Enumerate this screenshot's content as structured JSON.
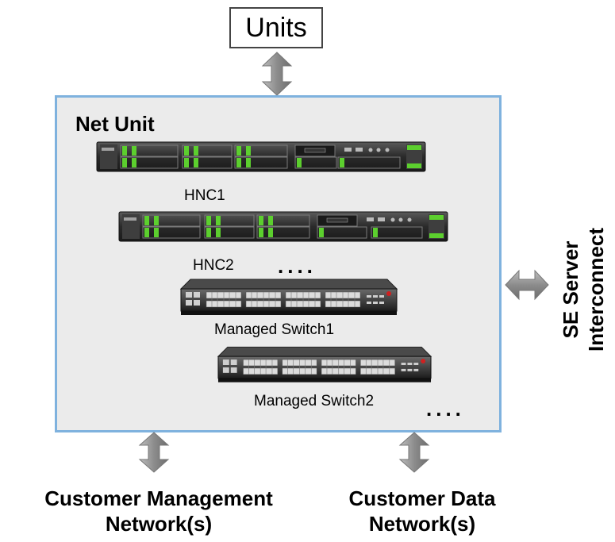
{
  "units": {
    "label": "Units"
  },
  "net_unit": {
    "title": "Net Unit",
    "devices": [
      {
        "kind": "server",
        "label": "HNC1"
      },
      {
        "kind": "server",
        "label": "HNC2"
      },
      {
        "kind": "switch",
        "label": "Managed Switch1"
      },
      {
        "kind": "switch",
        "label": "Managed Switch2"
      }
    ],
    "more_servers": "....",
    "more_switches": "...."
  },
  "side": {
    "line1": "SE Server",
    "line2": "Interconnect"
  },
  "bottom": {
    "management": {
      "line1": "Customer Management",
      "line2": "Network(s)"
    },
    "data": {
      "line1": "Customer Data",
      "line2": "Network(s)"
    }
  },
  "colors": {
    "container_fill": "#ebebeb",
    "container_border": "#7fb2de",
    "arrow": "#8a8a8a",
    "drive_green": "#5ccf2e"
  }
}
